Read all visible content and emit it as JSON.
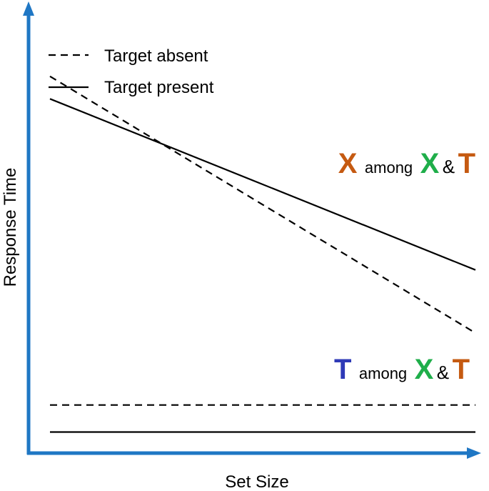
{
  "chart_data": {
    "type": "line",
    "xlabel": "Set Size",
    "ylabel": "Response Time",
    "axis_color": "#1f77c4",
    "legend": [
      {
        "label": "Target absent",
        "style": "dashed"
      },
      {
        "label": "Target present",
        "style": "solid"
      }
    ],
    "legend_position": "top-left",
    "grid": false,
    "tick_labels": false,
    "conditions": [
      {
        "label_parts": [
          {
            "text": "X",
            "color": "#c55a11",
            "weight": "bold"
          },
          {
            "text": "among",
            "color": "#000000",
            "weight": "normal"
          },
          {
            "text": "X",
            "color": "#1fae4a",
            "weight": "bold"
          },
          {
            "text": "&",
            "color": "#000000",
            "weight": "normal"
          },
          {
            "text": "T",
            "color": "#c55a11",
            "weight": "bold"
          }
        ],
        "series": [
          {
            "name": "Target absent",
            "style": "dashed",
            "x": [
              0,
              1
            ],
            "y": [
              0.84,
              0.27
            ]
          },
          {
            "name": "Target present",
            "style": "solid",
            "x": [
              0,
              1
            ],
            "y": [
              0.79,
              0.41
            ]
          }
        ]
      },
      {
        "label_parts": [
          {
            "text": "T",
            "color": "#2e3ab7",
            "weight": "bold"
          },
          {
            "text": "among",
            "color": "#000000",
            "weight": "normal"
          },
          {
            "text": "X",
            "color": "#1fae4a",
            "weight": "bold"
          },
          {
            "text": "&",
            "color": "#000000",
            "weight": "normal"
          },
          {
            "text": "T",
            "color": "#c55a11",
            "weight": "bold"
          }
        ],
        "series": [
          {
            "name": "Target absent",
            "style": "dashed",
            "x": [
              0,
              1
            ],
            "y": [
              0.11,
              0.11
            ]
          },
          {
            "name": "Target present",
            "style": "solid",
            "x": [
              0,
              1
            ],
            "y": [
              0.05,
              0.05
            ]
          }
        ]
      }
    ]
  }
}
